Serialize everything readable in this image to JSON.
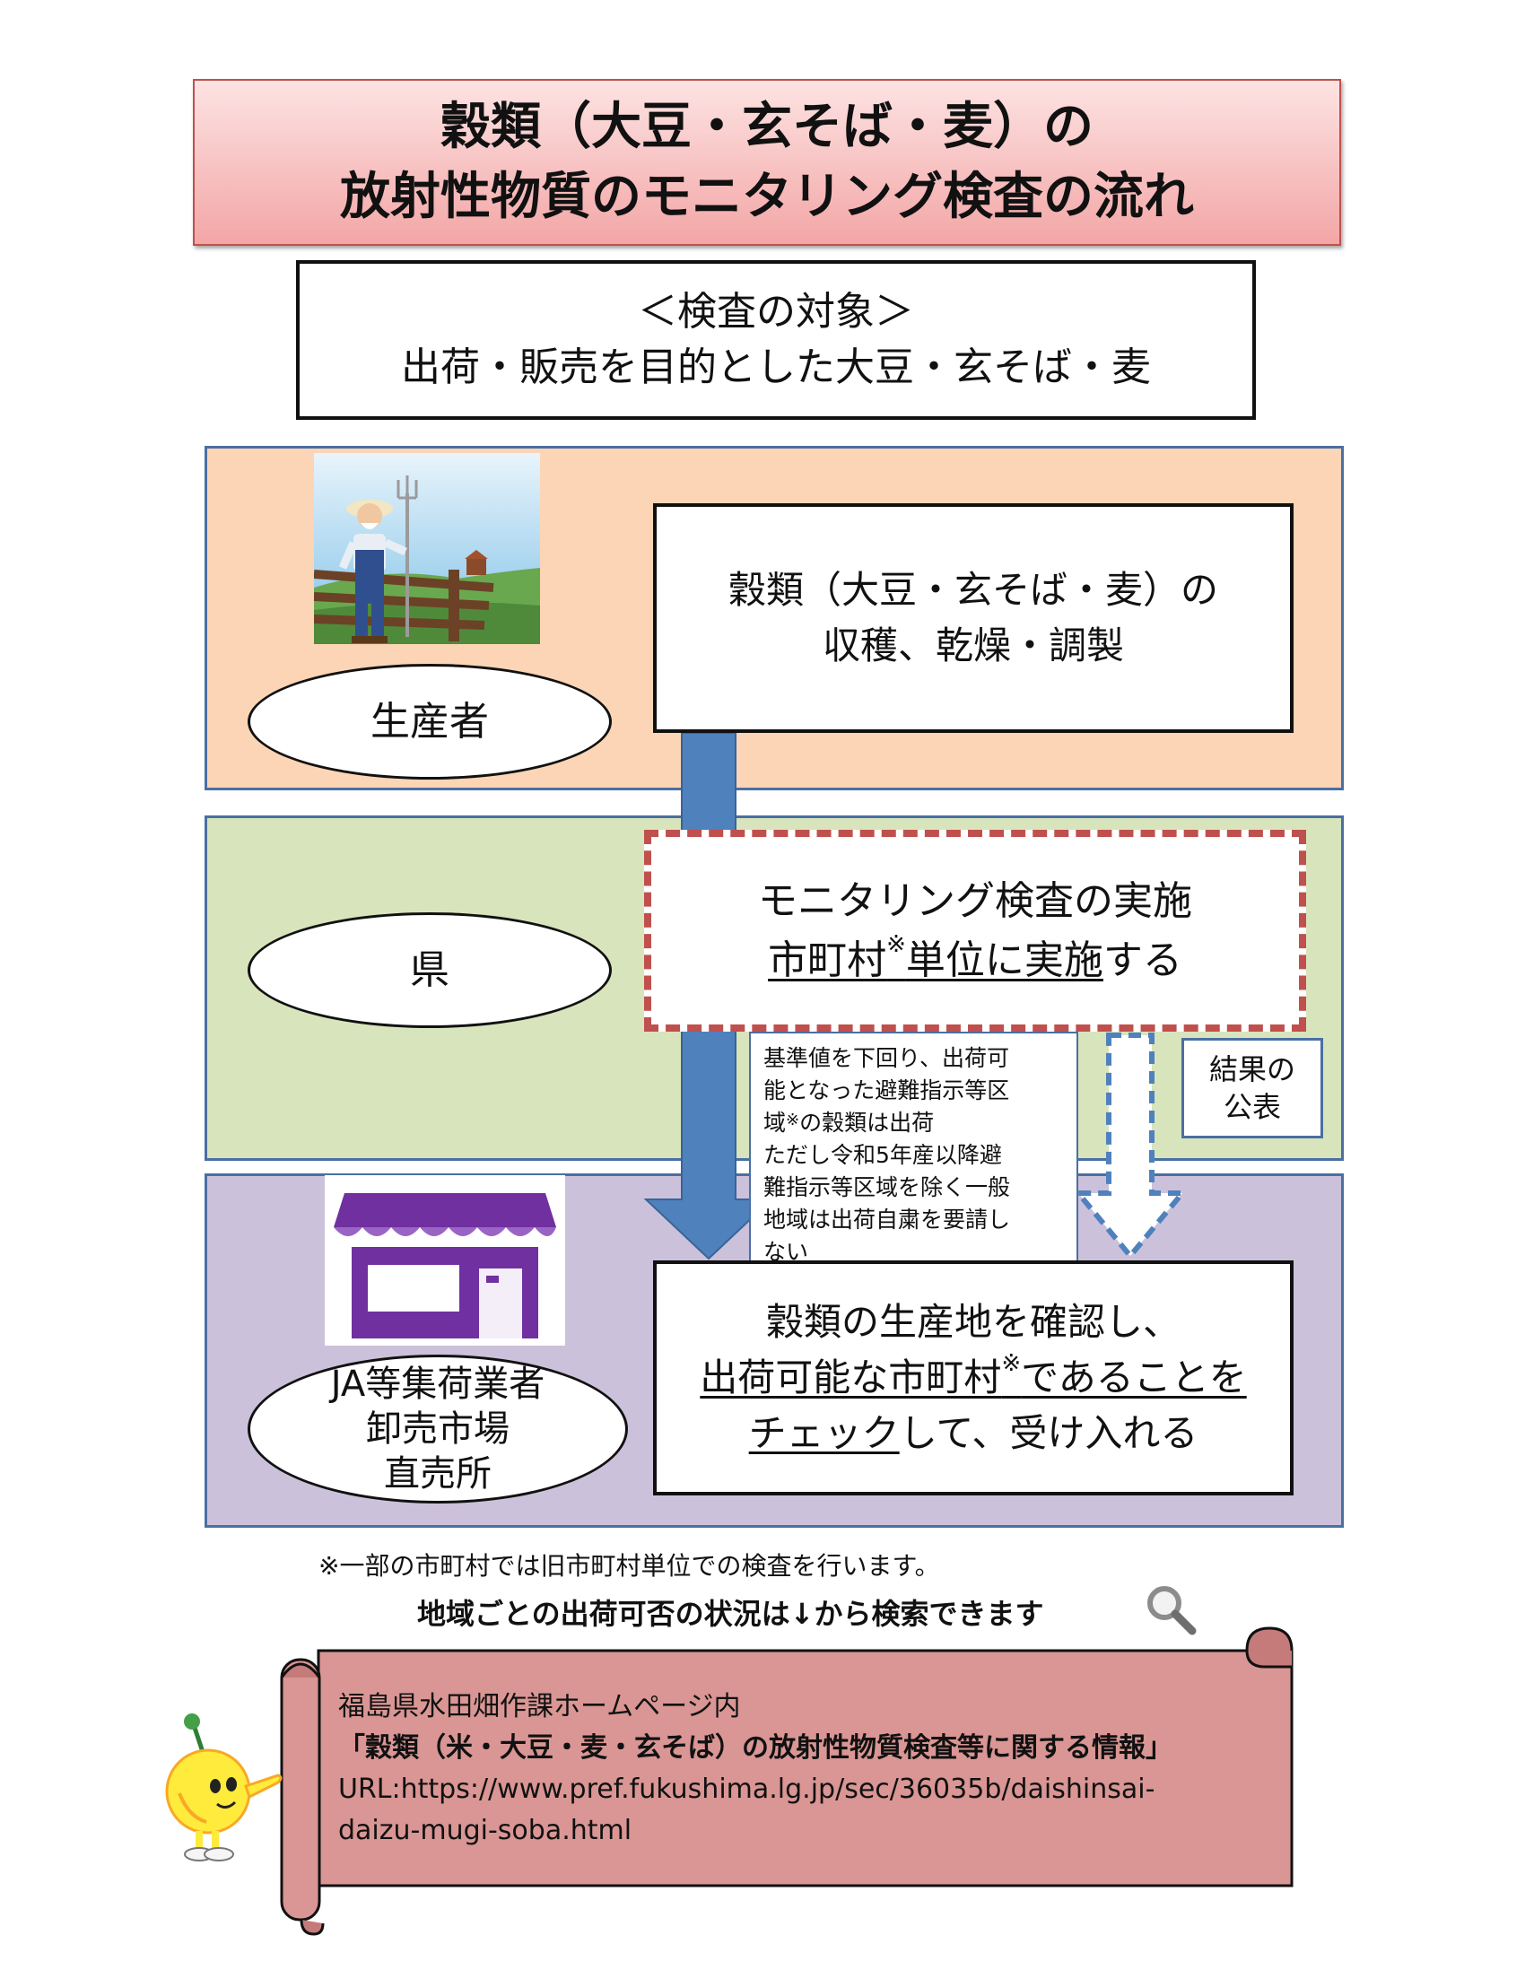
{
  "title": {
    "line1": "穀類（大豆・玄そば・麦）の",
    "line2": "放射性物質のモニタリング検査の流れ"
  },
  "target": {
    "heading": "＜検査の対象＞",
    "text": "出荷・販売を目的とした大豆・玄そば・麦"
  },
  "producer": {
    "label": "生産者",
    "step_line1": "穀類（大豆・玄そば・麦）の",
    "step_line2": "収穫、乾燥・調製"
  },
  "prefecture": {
    "label": "県",
    "step_line1": "モニタリング検査の実施",
    "step_underlined": "市町村",
    "step_mark": "※",
    "step_underlined2": "単位に実施",
    "step_tail": "する"
  },
  "note": {
    "line1": "基準値を下回り、出荷可",
    "line2": "能となった避難指示等区",
    "line3a": "域",
    "line3_mark": "※",
    "line3b": "の穀類は出荷",
    "line4": "ただし令和5年産以降避",
    "line5": "難指示等区域を除く一般",
    "line6": "地域は出荷自粛を要請し",
    "line7": "ない"
  },
  "result": {
    "line1": "結果の",
    "line2": "公表"
  },
  "collector": {
    "label_line1": "JA等集荷業者",
    "label_line2": "卸売市場",
    "label_line3": "直売所",
    "step_line1": "穀類の生産地を確認し、",
    "step_line2a": "出荷可能な市町村",
    "step_line2_mark": "※",
    "step_line2b": "であることを",
    "step_line3a": "チェック",
    "step_line3b": "して、受け入れる"
  },
  "footnote": "※一部の市町村では旧市町村単位での検査を行います。",
  "search_text": "地域ごとの出荷可否の状況は↓から検索できます",
  "info": {
    "line1": "福島県水田畑作課ホームページ内",
    "line2": "「穀類（米・大豆・麦・玄そば）の放射性物質検査等に関する情報」",
    "line3": "URL:https://www.pref.fukushima.lg.jp/sec/36035b/daishinsai-",
    "line4": "daizu-mugi-soba.html"
  },
  "colors": {
    "title_border": "#c0504d",
    "band_producer": "#fbd5b5",
    "band_prefecture": "#d8e4bc",
    "band_collector": "#ccc1da",
    "band_border": "#4a6fa3",
    "arrow": "#4f81bd",
    "dashed_border": "#c0504d",
    "scroll_fill": "#d99694",
    "shop_purple": "#7030a0"
  },
  "icons": [
    "farmer-illustration",
    "shop-icon",
    "search-icon",
    "mascot-character"
  ]
}
